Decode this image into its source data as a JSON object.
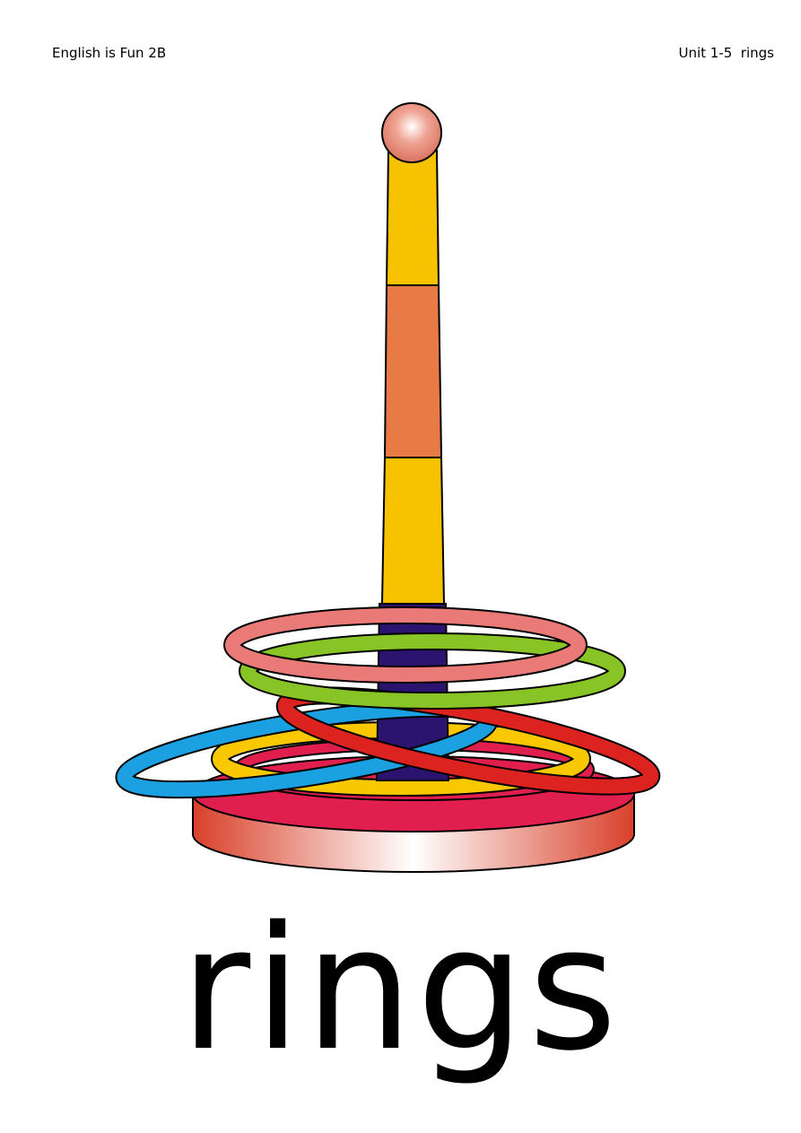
{
  "header": {
    "book_title": "English is Fun 2B",
    "unit_label": "Unit 1-5  rings"
  },
  "illustration": {
    "subject": "ring-toss-toy",
    "colors": {
      "pole_yellow": "#F7C300",
      "pole_orange": "#E87A45",
      "pole_navy": "#2B1470",
      "knob": "#E89A8A",
      "ring_pink": "#EA7A78",
      "ring_green": "#88C425",
      "ring_blue": "#1BA1E2",
      "ring_yellow": "#F9C800",
      "ring_red": "#DD2320",
      "ring_magenta": "#E01F4E",
      "base_side": "#E04B30"
    }
  },
  "caption": {
    "word": "rings"
  }
}
